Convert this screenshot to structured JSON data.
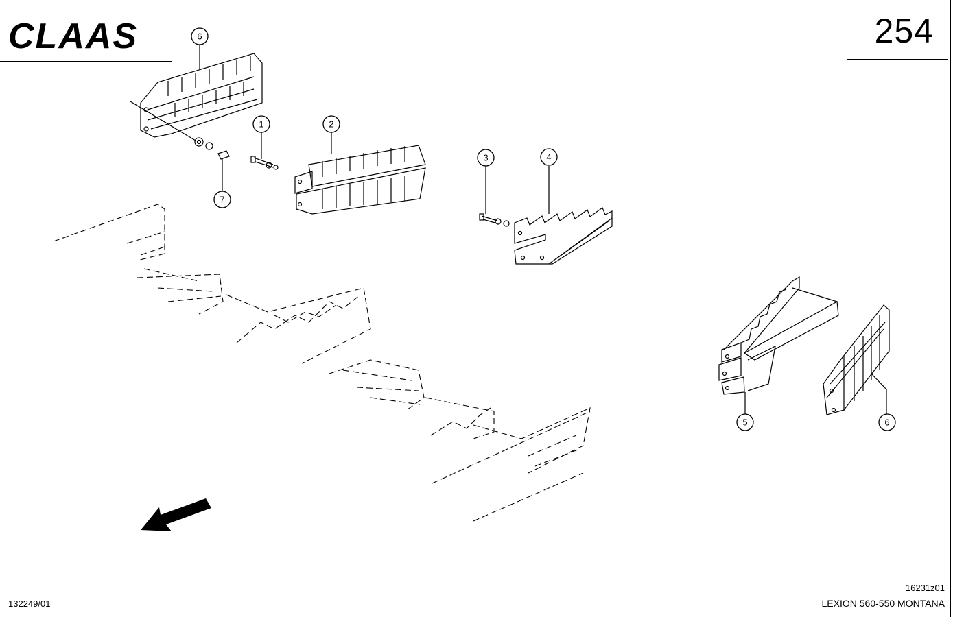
{
  "header": {
    "brand": "CLAAS",
    "page_number": "254"
  },
  "footer": {
    "document_number": "132249/01",
    "drawing_code": "16231z01",
    "model": "LEXION 560-550 MONTANA"
  },
  "callouts": {
    "c1": "1",
    "c2": "2",
    "c3": "3",
    "c4": "4",
    "c5": "5",
    "c6_top": "6",
    "c6_right": "6",
    "c7": "7"
  },
  "icons": {
    "direction_arrow": "arrow-down-left-icon",
    "logo": "claas-logo"
  }
}
